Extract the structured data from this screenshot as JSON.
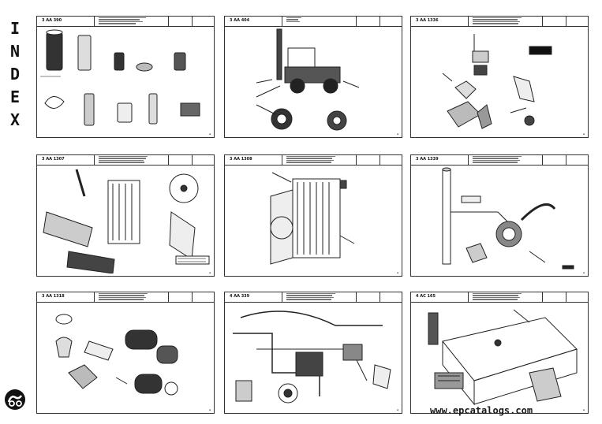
{
  "index_title": [
    "I",
    "N",
    "D",
    "E",
    "X"
  ],
  "watermark": "www.epcatalogs.com",
  "pages": [
    {
      "code": "3 AA 390",
      "art": "filters"
    },
    {
      "code": "3 AA 404",
      "art": "forklift"
    },
    {
      "code": "3 AA 1336",
      "art": "engine-mount"
    },
    {
      "code": "3 AA 1307",
      "art": "cooling-exploded"
    },
    {
      "code": "3 AA 1308",
      "art": "radiator"
    },
    {
      "code": "3 AA 1339",
      "art": "air-intake"
    },
    {
      "code": "3 AA 1318",
      "art": "air-filter"
    },
    {
      "code": "4 AA 339",
      "art": "hydraulics"
    },
    {
      "code": "4 AC 165",
      "art": "chassis"
    }
  ]
}
